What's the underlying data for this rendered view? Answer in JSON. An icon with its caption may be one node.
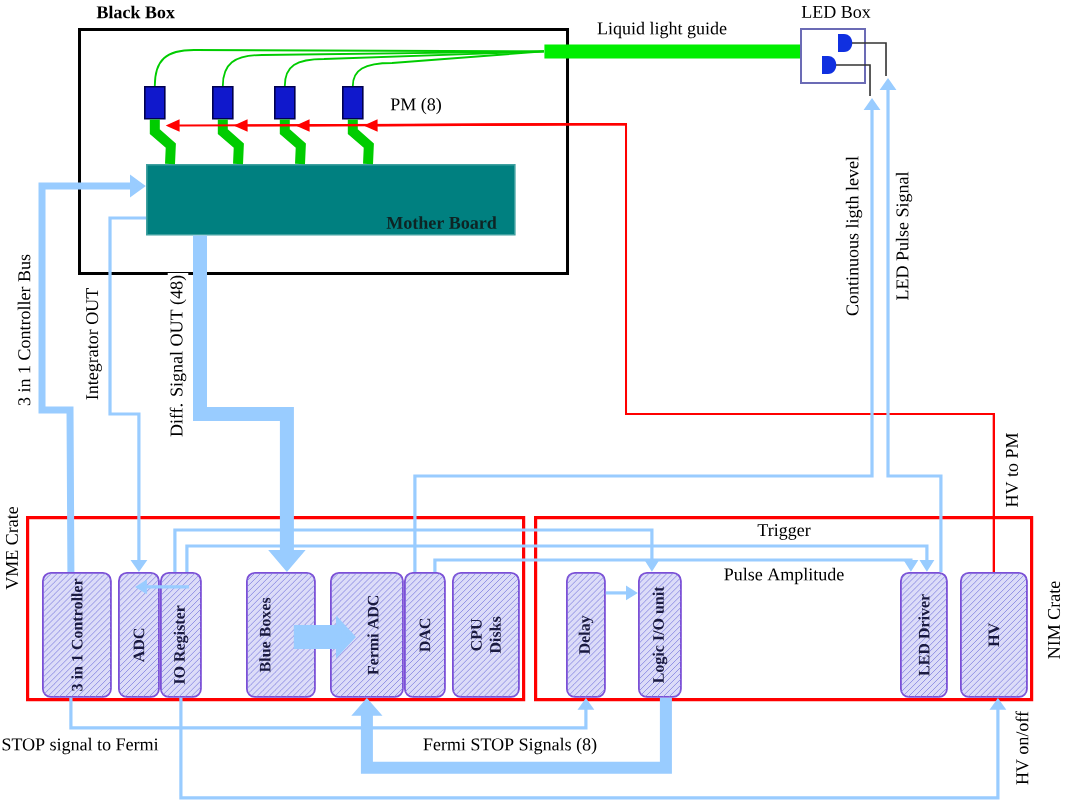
{
  "diagram": {
    "nodes": [
      {
        "text": [
          "Black Box"
        ]
      },
      {
        "text": [],
        "shape": "box",
        "in": 0
      },
      {
        "text": [],
        "shape": "box",
        "in": 0
      },
      {
        "text": [],
        "shape": "box",
        "in": 0
      },
      {
        "text": [],
        "shape": "box",
        "in": 0
      },
      {
        "text": [
          "Mother Board"
        ],
        "in": 0
      },
      {
        "text": [],
        "shape": "bar",
        "beside": [
          "Liquid light guide"
        ]
      },
      {
        "text": [
          "LED Box"
        ]
      },
      {
        "text": [
          "VME Crate"
        ]
      },
      {
        "text": [
          "3 in 1 Controller"
        ],
        "in": 8
      },
      {
        "text": [
          "ADC"
        ],
        "in": 8
      },
      {
        "text": [
          "IO Register"
        ],
        "in": 8
      },
      {
        "text": [
          "Blue Boxes"
        ],
        "in": 8
      },
      {
        "text": [
          "Fermi ADC"
        ],
        "in": 8
      },
      {
        "text": [
          "DAC"
        ],
        "in": 8
      },
      {
        "text": [
          "CPU Disks"
        ],
        "in": 8
      },
      {
        "text": [
          "NIM Crate"
        ]
      },
      {
        "text": [
          "Delay"
        ],
        "in": 16
      },
      {
        "text": [
          "Logic I/O unit"
        ],
        "in": 16
      },
      {
        "text": [
          "LED Driver"
        ],
        "in": 16
      },
      {
        "text": [
          "HV"
        ],
        "in": 16
      }
    ],
    "edges": [
      {
        "from": 1,
        "to": 6,
        "arrow": "none",
        "color": "#00cc00"
      },
      {
        "from": 2,
        "to": 6,
        "arrow": "none",
        "color": "#00cc00"
      },
      {
        "from": 3,
        "to": 6,
        "arrow": "none",
        "color": "#00cc00"
      },
      {
        "from": 4,
        "to": 6,
        "arrow": "none",
        "color": "#00cc00"
      },
      {
        "from": 1,
        "to": 5,
        "arrow": "none",
        "style": "thick",
        "color": "#00cc00"
      },
      {
        "from": 2,
        "to": 5,
        "arrow": "none",
        "style": "thick",
        "color": "#00cc00"
      },
      {
        "from": 3,
        "to": 5,
        "arrow": "none",
        "style": "thick",
        "color": "#00cc00"
      },
      {
        "from": 4,
        "to": 5,
        "arrow": "none",
        "style": "thick",
        "color": "#00cc00"
      },
      {
        "from": 20,
        "to": 1,
        "arrow": "to",
        "color": "#ff0000",
        "label": "HV to PM"
      },
      {
        "from": 20,
        "to": 2,
        "arrow": "to",
        "color": "#ff0000"
      },
      {
        "from": 20,
        "to": 3,
        "arrow": "to",
        "color": "#ff0000"
      },
      {
        "from": 20,
        "to": 4,
        "arrow": "to",
        "color": "#ff0000"
      },
      {
        "from": 9,
        "to": 5,
        "arrow": "to",
        "style": "thick",
        "label": "3 in 1 Controller Bus"
      },
      {
        "from": 5,
        "to": 10,
        "arrow": "to",
        "label": "Integrator OUT"
      },
      {
        "from": 5,
        "to": 12,
        "arrow": "to",
        "style": "thick",
        "label": "Diff. Signal OUT (48)"
      },
      {
        "from": 12,
        "to": 13,
        "arrow": "to",
        "style": "thick"
      },
      {
        "from": 11,
        "to": 10,
        "arrow": "to"
      },
      {
        "from": 11,
        "to": 18,
        "arrow": "to"
      },
      {
        "from": 11,
        "to": 19,
        "arrow": "to",
        "label": "Trigger"
      },
      {
        "from": 14,
        "to": 19,
        "arrow": "to",
        "label": "Pulse Amplitude"
      },
      {
        "from": 17,
        "to": 18,
        "arrow": "to"
      },
      {
        "from": 14,
        "to": 7,
        "arrow": "to",
        "label": "Continuous ligth level"
      },
      {
        "from": 19,
        "to": 7,
        "arrow": "to",
        "label": "LED Pulse Signal"
      },
      {
        "from": 9,
        "to": 17,
        "arrow": "to",
        "label": "STOP signal to Fermi"
      },
      {
        "from": 18,
        "to": 13,
        "arrow": "to",
        "style": "thick",
        "label": "Fermi STOP Signals (8)"
      },
      {
        "from": 11,
        "to": 20,
        "arrow": "to",
        "label": "HV on/off"
      }
    ],
    "labels": [
      "PM (8)"
    ]
  }
}
